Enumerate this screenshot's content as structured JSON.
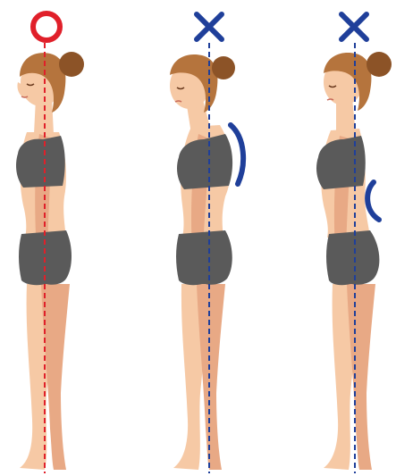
{
  "colors": {
    "good": "#e0202a",
    "bad": "#1f3f9a",
    "skin": "#f6c9a5",
    "skin_shadow": "#e8a985",
    "hair": "#b5743d",
    "hair_dark": "#8c5327",
    "clothing": "#5a5a5a",
    "background": "#ffffff"
  },
  "figures": [
    {
      "id": "good-posture",
      "mark": "circle",
      "mark_icon": "circle-mark-icon",
      "guide_color": "good"
    },
    {
      "id": "hunched-posture",
      "mark": "cross",
      "mark_icon": "cross-mark-icon",
      "guide_color": "bad",
      "arc": "upper-back"
    },
    {
      "id": "swayback-posture",
      "mark": "cross",
      "mark_icon": "cross-mark-icon",
      "guide_color": "bad",
      "arc": "lower-back"
    }
  ]
}
